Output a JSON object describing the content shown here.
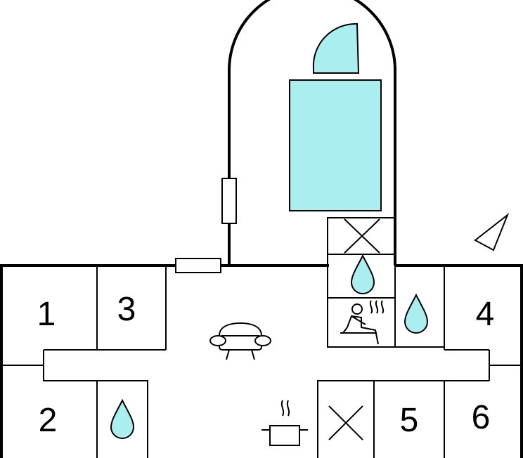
{
  "rooms": [
    {
      "id": "room-1",
      "label": "1"
    },
    {
      "id": "room-2",
      "label": "2"
    },
    {
      "id": "room-3",
      "label": "3"
    },
    {
      "id": "room-4",
      "label": "4"
    },
    {
      "id": "room-5",
      "label": "5"
    },
    {
      "id": "room-6",
      "label": "6"
    }
  ],
  "colors": {
    "water": "#aaeef0",
    "wall": "#000000",
    "background": "#ffffff"
  },
  "icons": [
    "pool-icon",
    "compass-north-arrow-icon",
    "sauna-icon",
    "bathroom-drop-icon",
    "sofa-icon",
    "kitchen-pot-icon",
    "storage-x-icon",
    "window-icon",
    "door-swing-icon"
  ]
}
